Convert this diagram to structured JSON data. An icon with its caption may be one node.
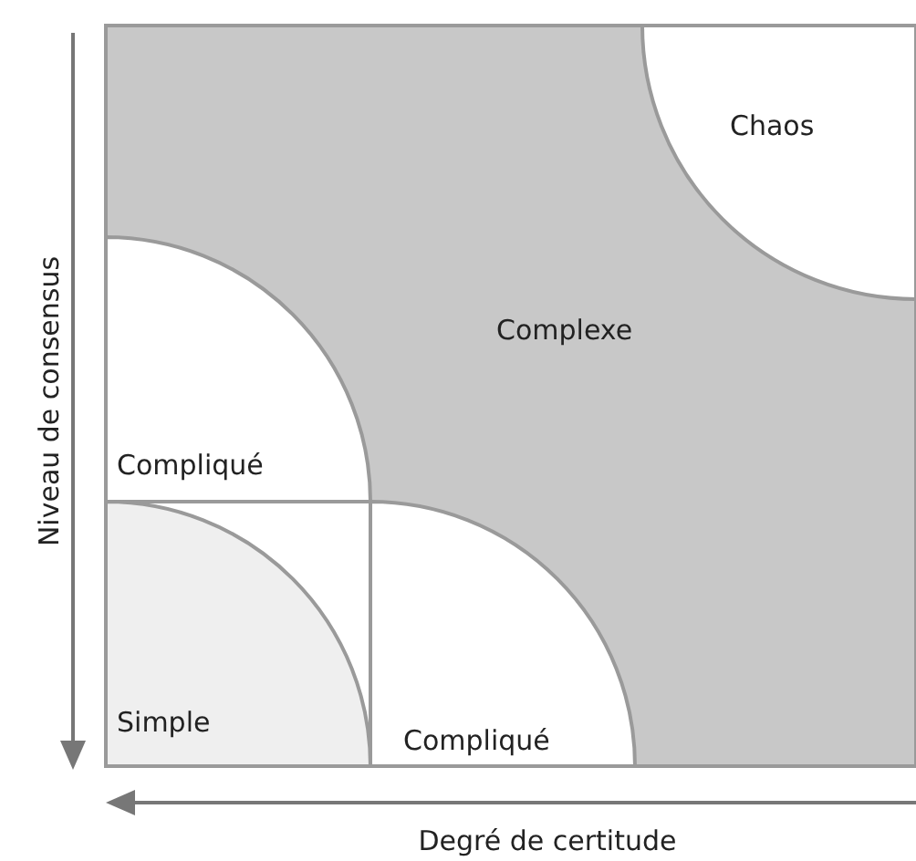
{
  "diagram": {
    "nodes": [
      {
        "text": [
          "Complexe"
        ]
      },
      {
        "text": [
          "Chaos"
        ],
        "in": 0
      },
      {
        "text": [
          "Compliqué"
        ],
        "in": 0
      },
      {
        "text": [
          "Simple"
        ],
        "in": 0
      },
      {
        "text": [
          "Compliqué"
        ],
        "in": 0
      }
    ],
    "labels": [
      "Niveau de consensus",
      "Degré de certitude"
    ]
  }
}
